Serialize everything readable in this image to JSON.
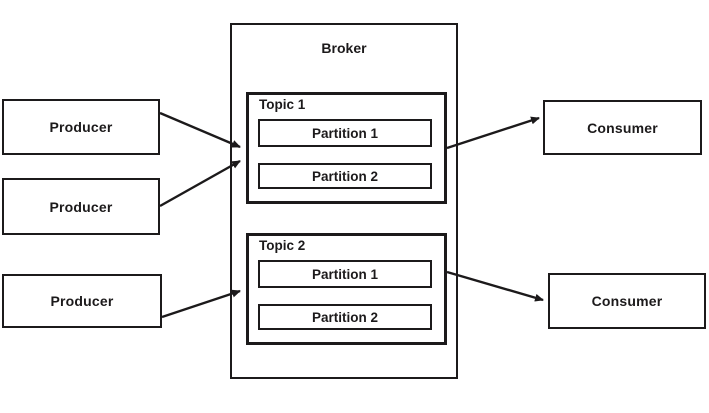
{
  "diagram": {
    "broker": {
      "label": "Broker"
    },
    "topics": [
      {
        "label": "Topic 1",
        "partitions": [
          {
            "label": "Partition 1"
          },
          {
            "label": "Partition 2"
          }
        ]
      },
      {
        "label": "Topic 2",
        "partitions": [
          {
            "label": "Partition 1"
          },
          {
            "label": "Partition 2"
          }
        ]
      }
    ],
    "producers": [
      {
        "label": "Producer"
      },
      {
        "label": "Producer"
      },
      {
        "label": "Producer"
      }
    ],
    "consumers": [
      {
        "label": "Consumer"
      },
      {
        "label": "Consumer"
      }
    ],
    "connections": [
      {
        "from": "producer-1",
        "to": "topic-1"
      },
      {
        "from": "producer-2",
        "to": "topic-1"
      },
      {
        "from": "producer-3",
        "to": "topic-2"
      },
      {
        "from": "topic-1",
        "to": "consumer-1"
      },
      {
        "from": "topic-2",
        "to": "consumer-2"
      }
    ],
    "colors": {
      "line": "#1c1a1b",
      "text": "#1c1a1b",
      "background": "#ffffff"
    }
  }
}
